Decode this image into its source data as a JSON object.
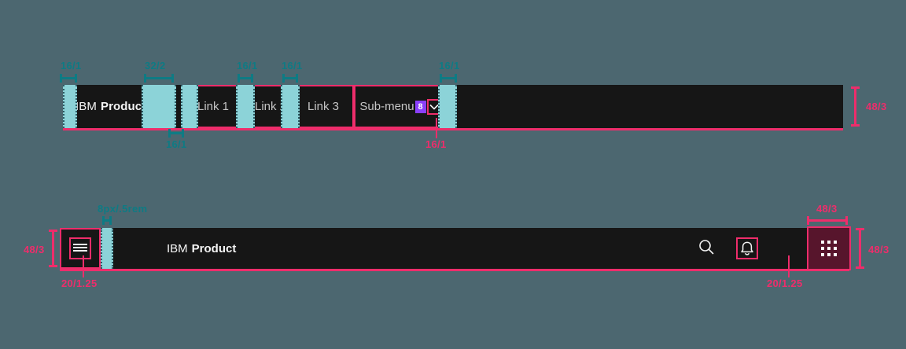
{
  "canvas": {
    "background_color": "#4c6770",
    "nav_background_color": "#161616",
    "annotation_pink": "#ee2d6b",
    "annotation_teal": "#0e7b84",
    "spacing_swatch_color": "#8cd3d8",
    "badge_color": "#8a3ffc",
    "grid_button_color": "#57152c"
  },
  "row1": {
    "brand": {
      "prefix": "IBM",
      "name": "Product"
    },
    "links": [
      {
        "label": "Link 1"
      },
      {
        "label": "Link 2"
      },
      {
        "label": "Link 3"
      }
    ],
    "submenu": {
      "label": "Sub-menu",
      "badge": "8",
      "chevron_icon": "chevron-down-icon"
    },
    "annotations": {
      "left_gap": "16/1",
      "brand_gap": "32/2",
      "brand_bottom_gap": "16/1",
      "link1_gap": "16/1",
      "link2_gap": "16/1",
      "right_gap": "16/1",
      "chevron_size": "16/1",
      "bar_height": "48/3"
    }
  },
  "row2": {
    "brand": {
      "prefix": "IBM",
      "name": "Product"
    },
    "menu_icon": "hamburger-menu-icon",
    "actions": [
      {
        "icon": "search-icon",
        "name": "search"
      },
      {
        "icon": "notification-bell-icon",
        "name": "notifications"
      },
      {
        "icon": "app-switcher-grid-icon",
        "name": "app-switcher"
      }
    ],
    "annotations": {
      "brand_gap": "8px/.5rem",
      "bar_height_left": "48/3",
      "menu_icon_size": "20/1.25",
      "bell_icon_size": "20/1.25",
      "grid_width": "48/3",
      "grid_height": "48/3"
    }
  }
}
